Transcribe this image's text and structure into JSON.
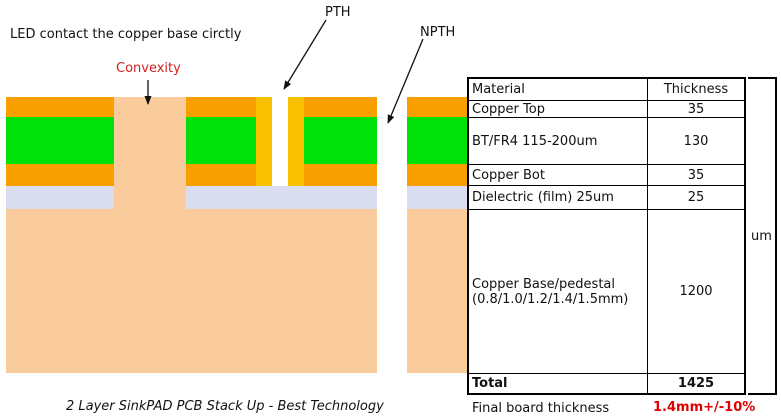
{
  "figure": {
    "note": "LED contact the copper base circtly",
    "caption": "2 Layer SinkPAD PCB Stack Up - Best Technology",
    "labels": {
      "convexity": "Convexity",
      "pth": "PTH",
      "npth": "NPTH"
    },
    "colors": {
      "copper_foil": "#FA9F00",
      "plating_gold": "#F9C201",
      "core_green": "#00E109",
      "dielectric_film": "#DADDEF",
      "copper_base": "#FBCC9B",
      "annotation_red": "#CC2222",
      "value_red": "#E00000"
    }
  },
  "table": {
    "headers": {
      "material": "Material",
      "thickness": "Thickness"
    },
    "unit": "um",
    "rows": [
      {
        "material": "Copper Top",
        "thickness": "35"
      },
      {
        "material": "BT/FR4 115-200um",
        "thickness": "130"
      },
      {
        "material": "Copper Bot",
        "thickness": "35"
      },
      {
        "material": "Dielectric (film) 25um",
        "thickness": "25"
      },
      {
        "material": "Copper Base/pedestal (0.8/1.0/1.2/1.4/1.5mm)",
        "thickness": "1200"
      }
    ],
    "total": {
      "label": "Total",
      "value": "1425"
    },
    "footer": {
      "label": "Final board thickness",
      "value": "1.4mm+/-10%"
    }
  }
}
